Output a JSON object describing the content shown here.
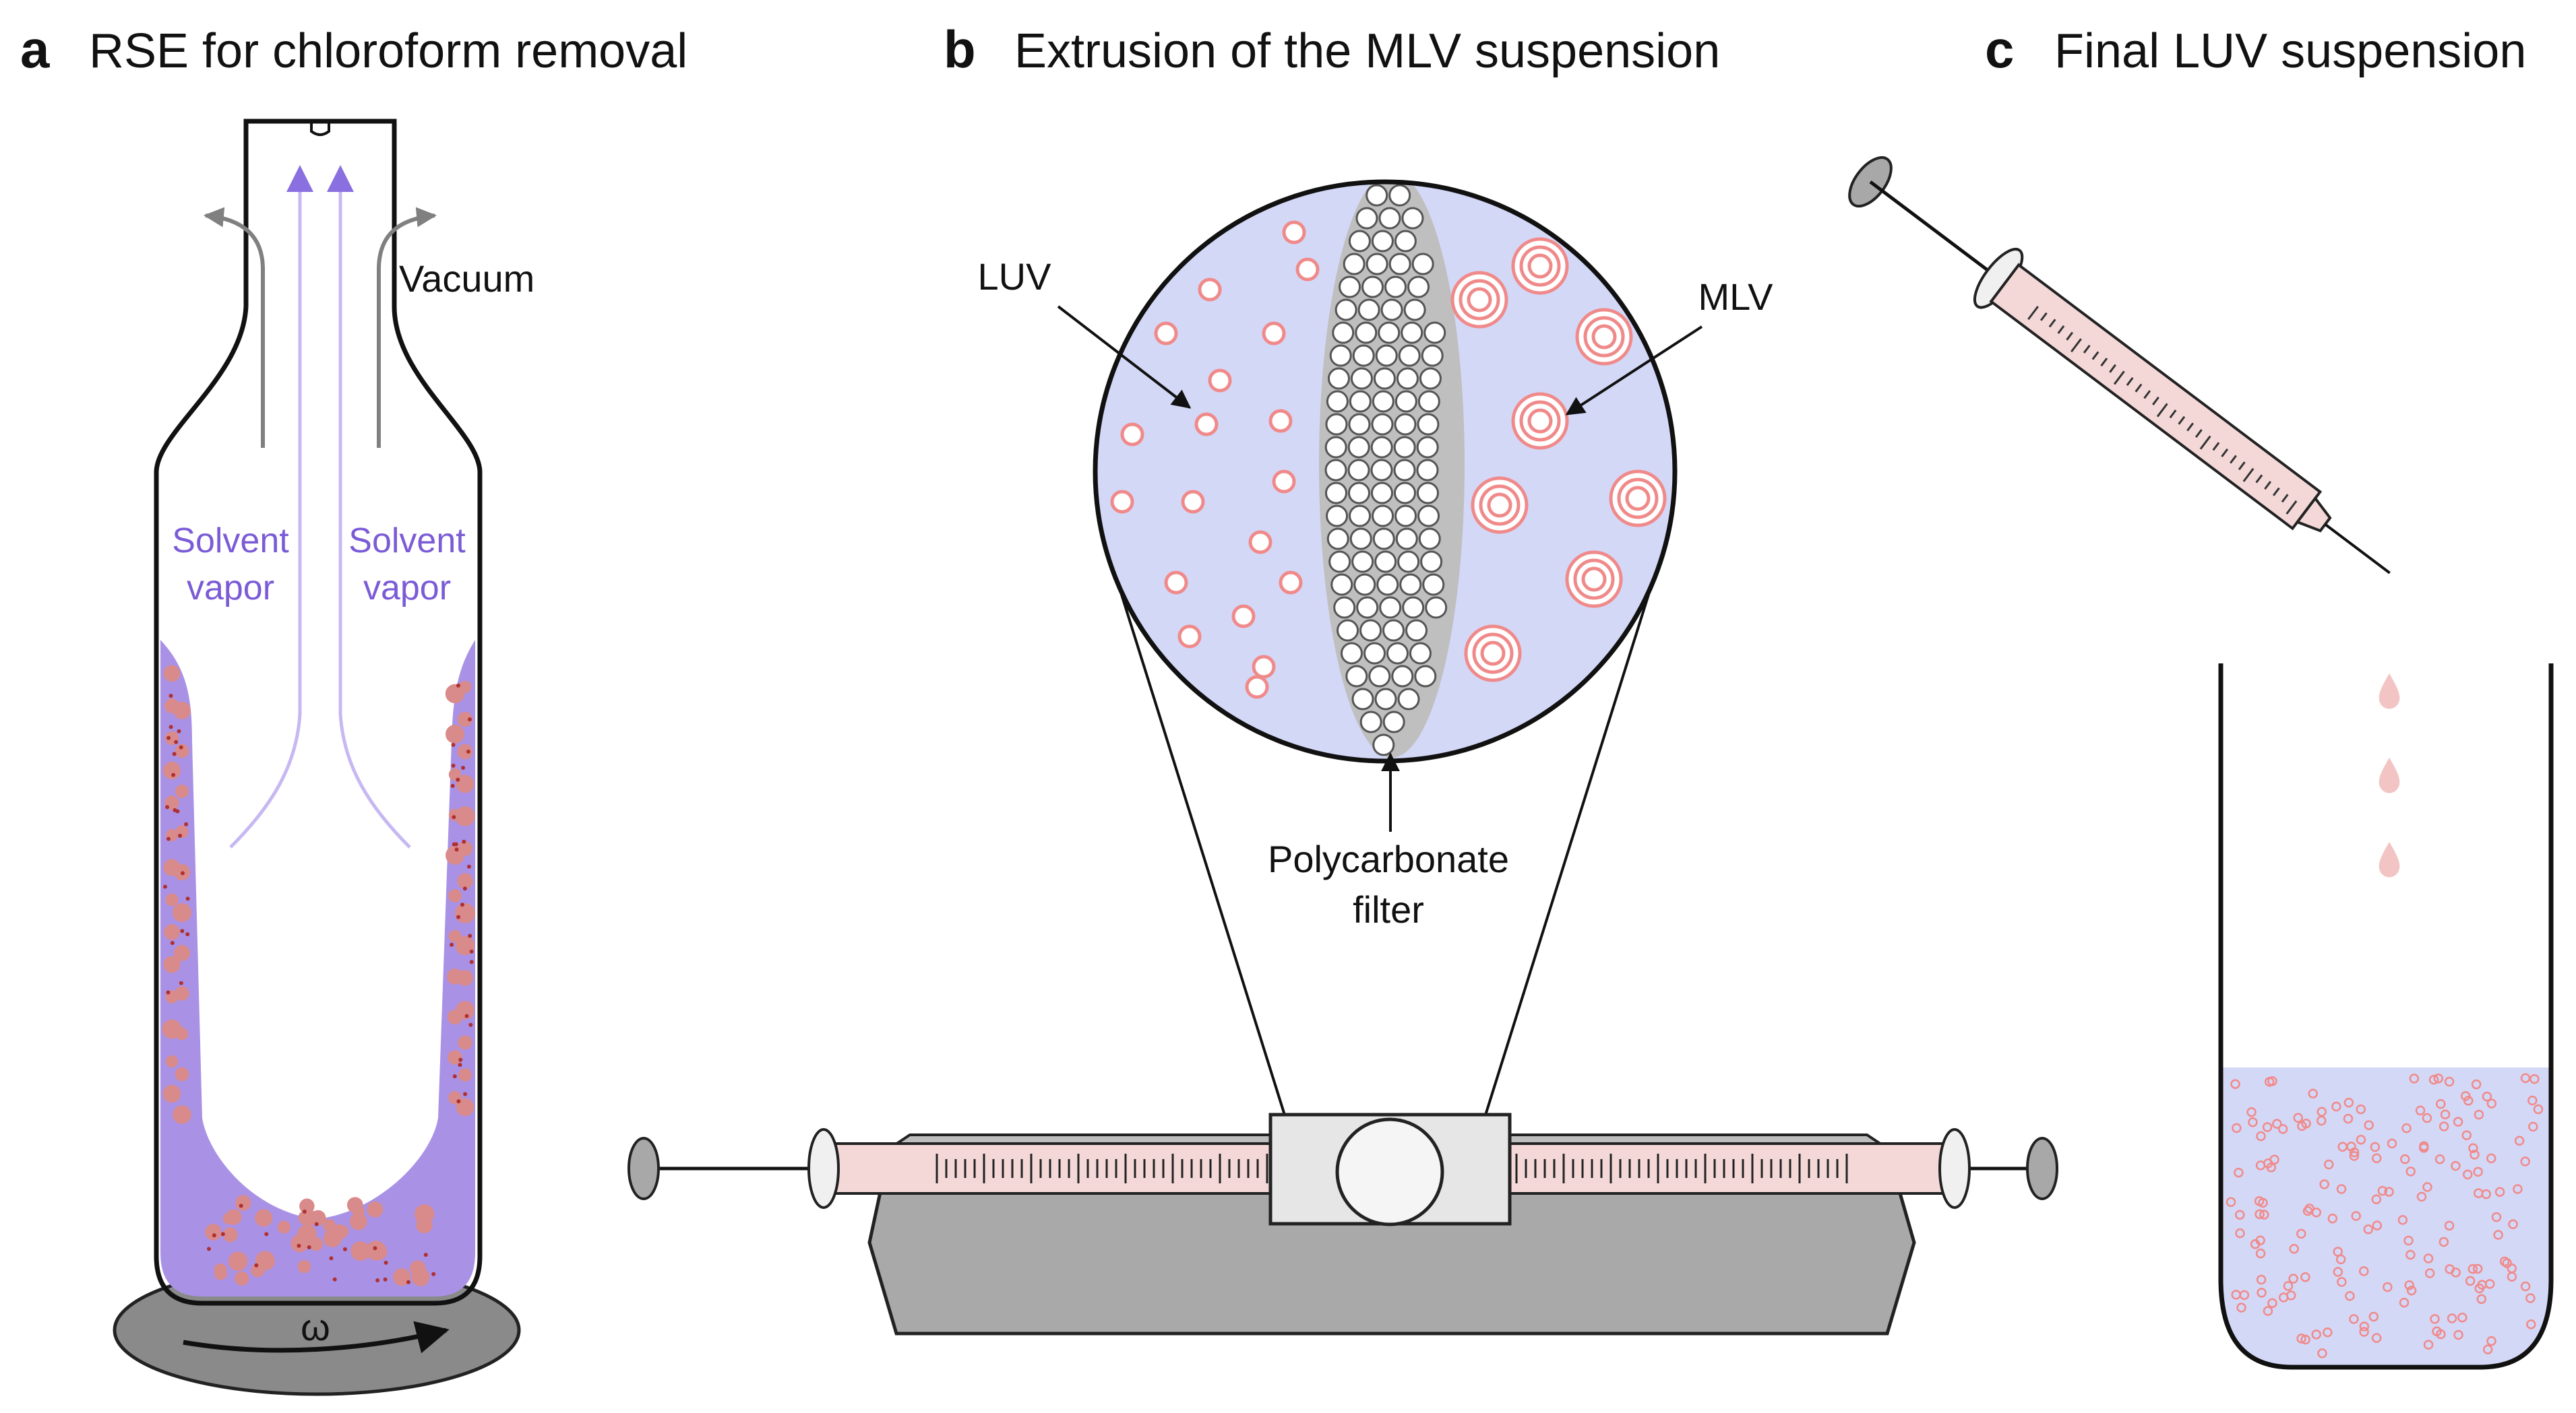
{
  "panels": {
    "a": {
      "letter": "a",
      "title": "RSE for chloroform removal",
      "vacuum": "Vacuum",
      "vapor_left_1": "Solvent",
      "vapor_left_2": "vapor",
      "vapor_right_1": "Solvent",
      "vapor_right_2": "vapor",
      "omega": "ω"
    },
    "b": {
      "letter": "b",
      "title": "Extrusion of the MLV suspension",
      "luv": "LUV",
      "mlv": "MLV",
      "filter_1": "Polycarbonate",
      "filter_2": "filter"
    },
    "c": {
      "letter": "c",
      "title": "Final LUV suspension"
    }
  },
  "colors": {
    "lipid_film": "#a992e6",
    "vapor_arrow": "#8a6fe0",
    "vesicle": "#f08a8a",
    "liposome_fill": "#d98a8a",
    "buffer": "#d4d8f7",
    "syringe_barrel": "#f4d8d8",
    "extruder": "#a9a9a9"
  }
}
